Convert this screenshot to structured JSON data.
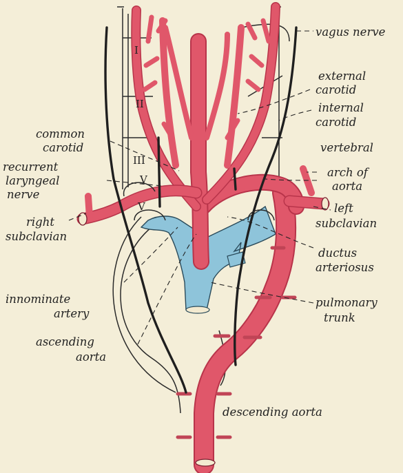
{
  "labels": {
    "vagus": "vagus nerve",
    "external_1": "external",
    "external_2": "carotid",
    "internal_1": "internal",
    "internal_2": "carotid",
    "common_1": "common",
    "common_2": "carotid",
    "vertebral": "vertebral",
    "recurrent_1": "recurrent",
    "recurrent_2": "laryngeal",
    "recurrent_3": "nerve",
    "arch_1": "arch of",
    "arch_2": "aorta",
    "right_sub_1": "right",
    "right_sub_2": "subclavian",
    "left_sub_1": "left",
    "left_sub_2": "subclavian",
    "ductus_1": "ductus",
    "ductus_2": "arteriosus",
    "innominate_1": "innominate",
    "innominate_2": "artery",
    "pulmonary_1": "pulmonary",
    "pulmonary_2": "trunk",
    "ascending_1": "ascending",
    "ascending_2": "aorta",
    "descending": "descending aorta"
  },
  "arch_numerals": {
    "i": "I",
    "ii": "II",
    "iii": "III",
    "iv": "V",
    "v": "V"
  },
  "colors": {
    "artery": "#e0576a",
    "artery_dark": "#b8344a",
    "pulmonary": "#8ec4da",
    "nerve": "#1f1f1f",
    "background": "#f4eed8"
  }
}
